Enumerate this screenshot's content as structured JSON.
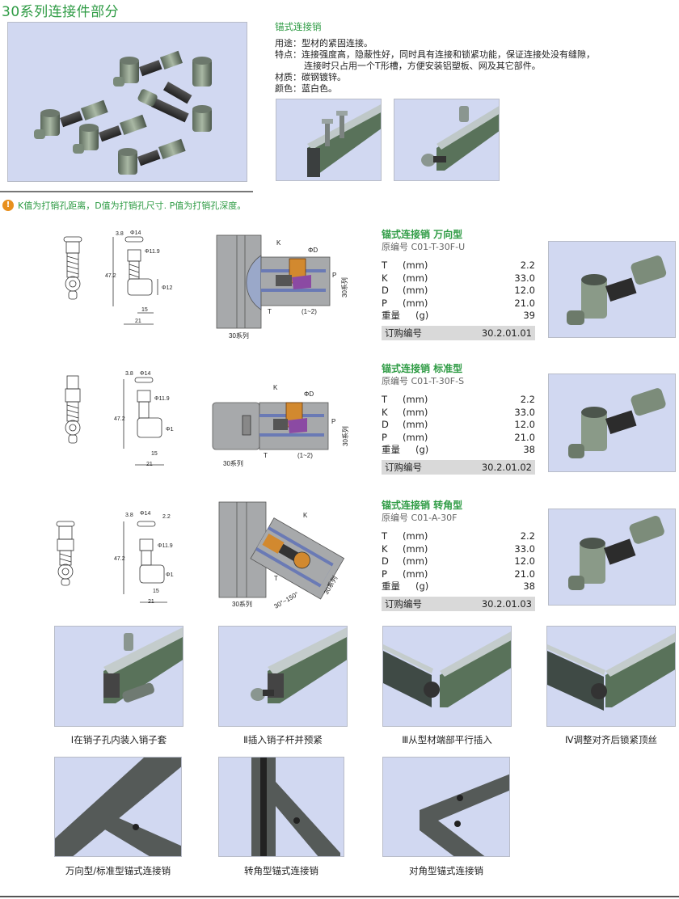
{
  "page_title": "30系列连接件部分",
  "intro": {
    "title": "锚式连接销",
    "lines": [
      {
        "label": "用途：",
        "text": "型材的紧固连接。"
      },
      {
        "label": "特点：",
        "text": "连接强度高，隐蔽性好，同时具有连接和锁紧功能，保证连接处没有缝隙，"
      },
      {
        "label": "",
        "text": "连接时只占用一个T形槽，方便安装铝塑板、网及其它部件。"
      },
      {
        "label": "材质：",
        "text": "碳钢镀锌。"
      },
      {
        "label": "颜色：",
        "text": "蓝白色。"
      }
    ]
  },
  "note": {
    "icon": "info-bulb-icon",
    "text": "K值为打销孔距离，D值为打销孔尺寸. P值为打销孔深度。"
  },
  "drawing_labels": {
    "phi14": "Φ14",
    "phi119": "Φ11.9",
    "phi12": "Φ12",
    "h38": "3.8",
    "h22": "2.2",
    "h472": "47.2",
    "w15": "15",
    "w21": "21",
    "K": "K",
    "D": "ΦD",
    "P": "P",
    "T": "T",
    "gap": "(1~2)",
    "series": "30系列",
    "angle": "30°~150°"
  },
  "products": [
    {
      "name": "锚式连接销 万向型",
      "code": "原编号 C01-T-30F-U",
      "specs": [
        {
          "sym": "T",
          "unit": "(mm)",
          "val": "2.2"
        },
        {
          "sym": "K",
          "unit": "(mm)",
          "val": "33.0"
        },
        {
          "sym": "D",
          "unit": "(mm)",
          "val": "12.0"
        },
        {
          "sym": "P",
          "unit": "(mm)",
          "val": "21.0"
        },
        {
          "sym": "重量",
          "unit": "(g)",
          "val": "39"
        }
      ],
      "order_label": "订购编号",
      "order_no": "30.2.01.01"
    },
    {
      "name": "锚式连接销 标准型",
      "code": "原编号 C01-T-30F-S",
      "specs": [
        {
          "sym": "T",
          "unit": "(mm)",
          "val": "2.2"
        },
        {
          "sym": "K",
          "unit": "(mm)",
          "val": "33.0"
        },
        {
          "sym": "D",
          "unit": "(mm)",
          "val": "12.0"
        },
        {
          "sym": "P",
          "unit": "(mm)",
          "val": "21.0"
        },
        {
          "sym": "重量",
          "unit": "(g)",
          "val": "38"
        }
      ],
      "order_label": "订购编号",
      "order_no": "30.2.01.02"
    },
    {
      "name": "锚式连接销 转角型",
      "code": "原编号 C01-A-30F",
      "specs": [
        {
          "sym": "T",
          "unit": "(mm)",
          "val": "2.2"
        },
        {
          "sym": "K",
          "unit": "(mm)",
          "val": "33.0"
        },
        {
          "sym": "D",
          "unit": "(mm)",
          "val": "12.0"
        },
        {
          "sym": "P",
          "unit": "(mm)",
          "val": "21.0"
        },
        {
          "sym": "重量",
          "unit": "(g)",
          "val": "38"
        }
      ],
      "order_label": "订购编号",
      "order_no": "30.2.01.03"
    }
  ],
  "steps": [
    "Ⅰ在销子孔内装入销子套",
    "Ⅱ插入销子杆并预紧",
    "Ⅲ从型材端部平行插入",
    "Ⅳ调整对齐后锁紧顶丝"
  ],
  "examples": [
    "万向型/标准型锚式连接销",
    "转角型锚式连接销",
    "对角型锚式连接销"
  ],
  "colors": {
    "accent_green": "#2e9b44",
    "photo_bg": "#d1d8f1",
    "order_bg": "#d9d9d9",
    "note_icon": "#e8901e"
  }
}
